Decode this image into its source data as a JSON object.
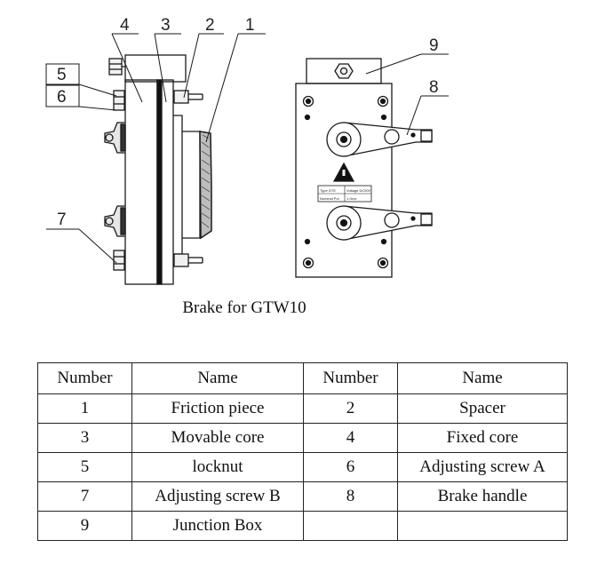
{
  "figure": {
    "callouts": [
      "1",
      "2",
      "3",
      "4",
      "5",
      "6",
      "7",
      "8",
      "9"
    ],
    "plate_text": [
      "Type GTE",
      "Voltage DC90V",
      "Nominal Pul",
      "1.0xxx"
    ]
  },
  "caption": "Brake for GTW10",
  "table": {
    "headers": [
      "Number",
      "Name",
      "Number",
      "Name"
    ],
    "rows": [
      [
        "1",
        "Friction piece",
        "2",
        "Spacer"
      ],
      [
        "3",
        "Movable core",
        "4",
        "Fixed core"
      ],
      [
        "5",
        "locknut",
        "6",
        "Adjusting screw A"
      ],
      [
        "7",
        "Adjusting screw B",
        "8",
        "Brake handle"
      ],
      [
        "9",
        "Junction Box",
        "",
        ""
      ]
    ]
  }
}
